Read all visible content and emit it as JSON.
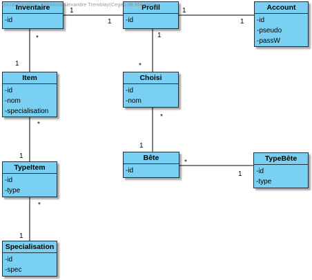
{
  "watermark": "Visual Paradigm Standard(Alexandre Tremblay(Cegep de Matane))",
  "classes": {
    "inventaire": {
      "name": "Inventaire",
      "attributes": [
        "-id"
      ]
    },
    "profil": {
      "name": "Profil",
      "attributes": [
        "-id"
      ]
    },
    "account": {
      "name": "Account",
      "attributes": [
        "-id",
        "-pseudo",
        "-passW"
      ]
    },
    "item": {
      "name": "Item",
      "attributes": [
        "-id",
        "-nom",
        "-specialisation"
      ]
    },
    "choisi": {
      "name": "Choisi",
      "attributes": [
        "-id",
        "-nom"
      ]
    },
    "typeitem": {
      "name": "TypeItem",
      "attributes": [
        "-id",
        "-type"
      ]
    },
    "bete": {
      "name": "Bête",
      "attributes": [
        "-id"
      ]
    },
    "typebete": {
      "name": "TypeBête",
      "attributes": [
        "-id",
        "-type"
      ]
    },
    "specialisation": {
      "name": "Specialisation",
      "attributes": [
        "-id",
        "-spec"
      ]
    }
  },
  "associations": [
    {
      "from": "Inventaire",
      "to": "Profil",
      "from_mult": "1",
      "to_mult": "1"
    },
    {
      "from": "Profil",
      "to": "Account",
      "from_mult": "1",
      "to_mult": "1"
    },
    {
      "from": "Inventaire",
      "to": "Item",
      "from_mult": "*",
      "to_mult": "1"
    },
    {
      "from": "Profil",
      "to": "Choisi",
      "from_mult": "1",
      "to_mult": "*"
    },
    {
      "from": "Item",
      "to": "TypeItem",
      "from_mult": "*",
      "to_mult": "1"
    },
    {
      "from": "Choisi",
      "to": "Bête",
      "from_mult": "*",
      "to_mult": "1"
    },
    {
      "from": "Bête",
      "to": "TypeBête",
      "from_mult": "*",
      "to_mult": "1"
    },
    {
      "from": "TypeItem",
      "to": "Specialisation",
      "from_mult": "*",
      "to_mult": "1"
    }
  ]
}
